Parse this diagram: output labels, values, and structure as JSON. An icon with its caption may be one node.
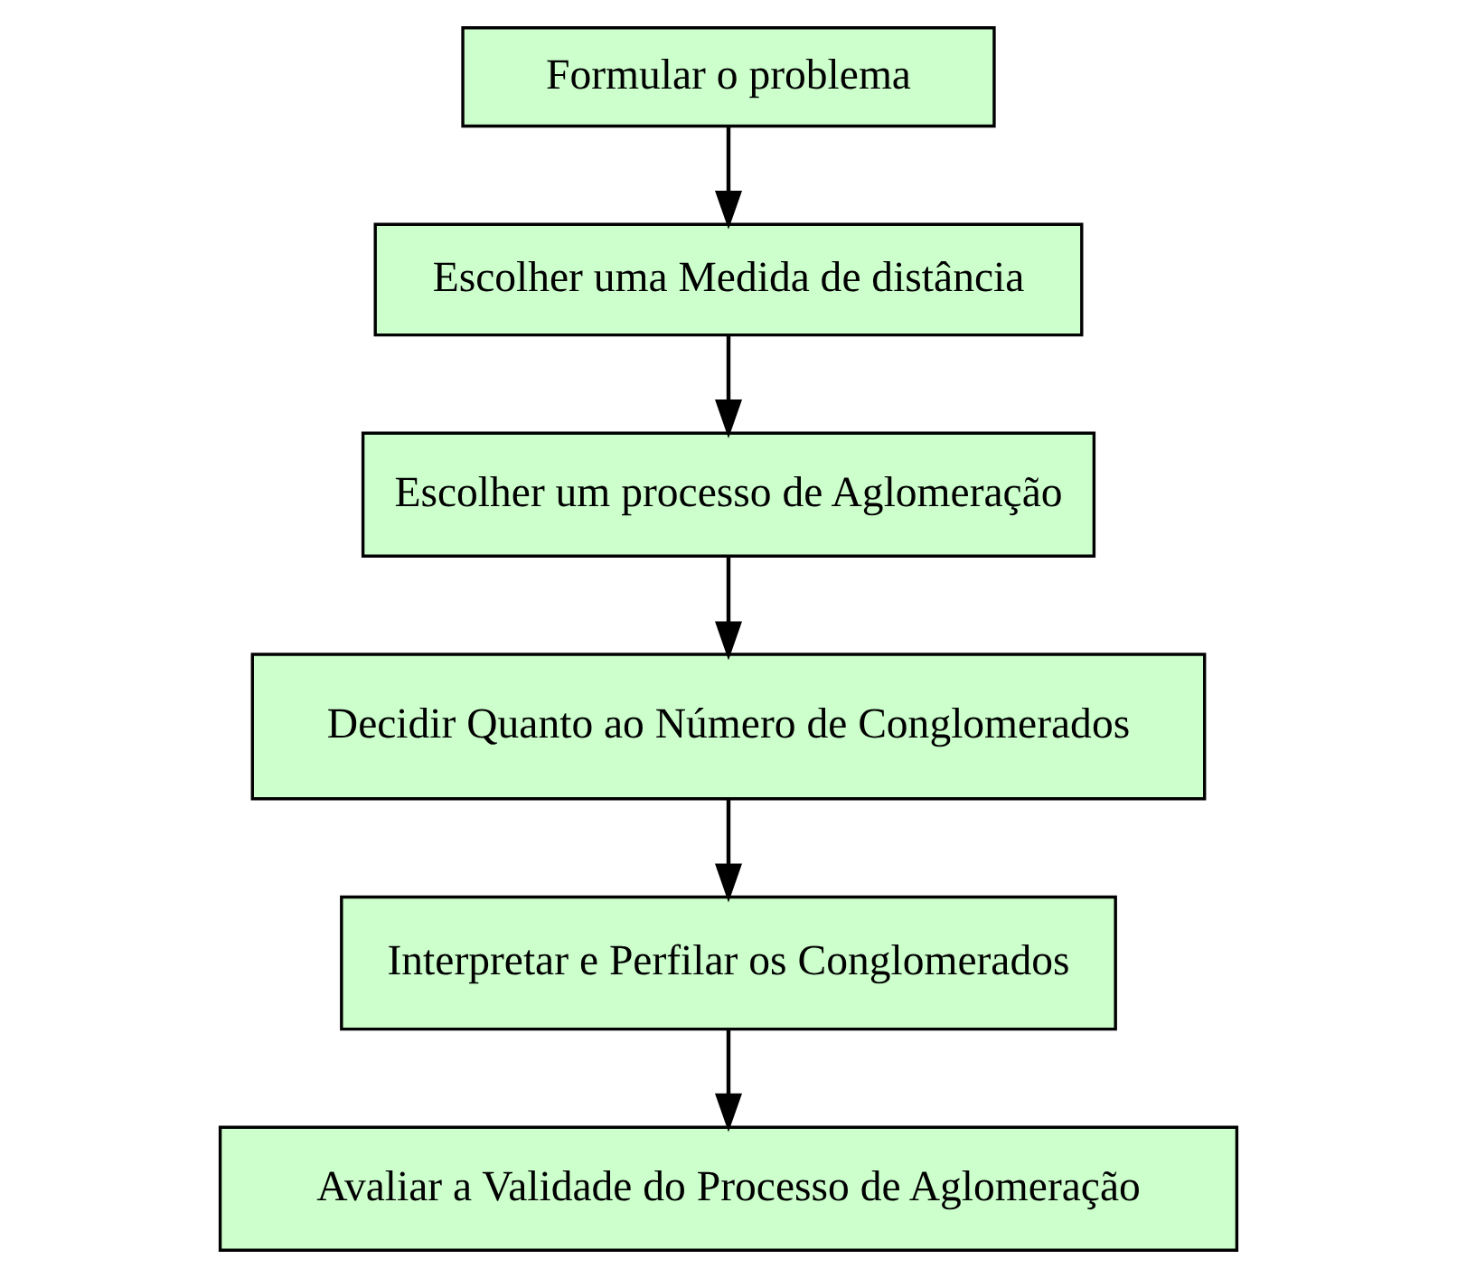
{
  "diagram": {
    "nodes": [
      {
        "text": [
          "Formular o problema"
        ]
      },
      {
        "text": [
          "Escolher uma Medida de distância"
        ]
      },
      {
        "text": [
          "Escolher um processo de Aglomeração"
        ]
      },
      {
        "text": [
          "Decidir Quanto ao Número de Conglomerados"
        ]
      },
      {
        "text": [
          "Interpretar e Perfilar os Conglomerados"
        ]
      },
      {
        "text": [
          "Avaliar a Validade do Processo de Aglomeração"
        ]
      }
    ],
    "edges": [
      {
        "from": 0,
        "to": 1,
        "arrow": "to"
      },
      {
        "from": 1,
        "to": 2,
        "arrow": "to"
      },
      {
        "from": 2,
        "to": 3,
        "arrow": "to"
      },
      {
        "from": 3,
        "to": 4,
        "arrow": "to"
      },
      {
        "from": 4,
        "to": 5,
        "arrow": "to"
      }
    ]
  }
}
